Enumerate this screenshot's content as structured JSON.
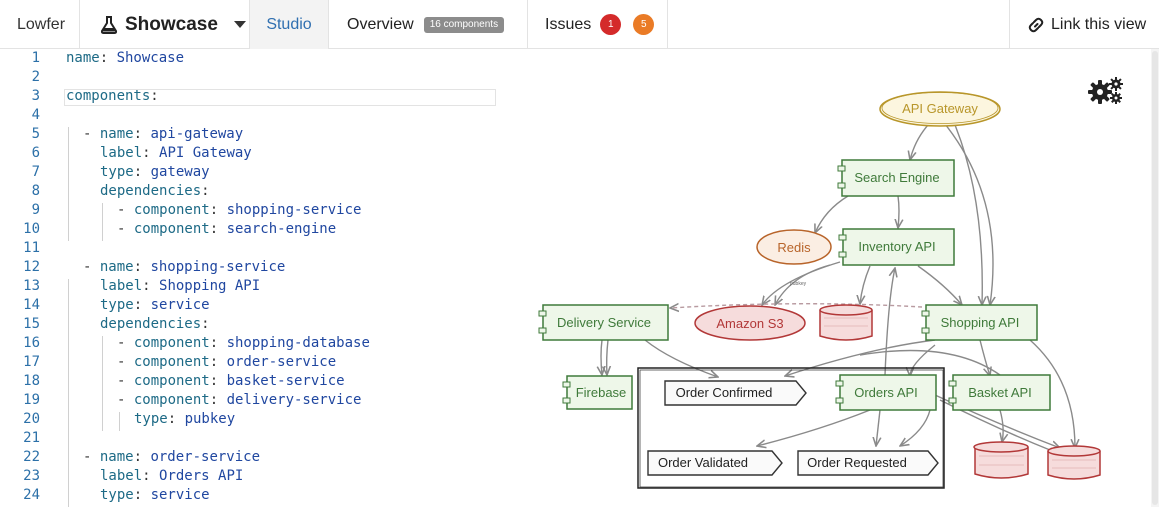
{
  "topbar": {
    "brand": "Lowfer",
    "project": "Showcase",
    "tabs": {
      "studio": "Studio",
      "overview": "Overview",
      "overview_badge": "16 components",
      "issues": "Issues",
      "issues_errors": "1",
      "issues_warnings": "5"
    },
    "link_view": "Link this view"
  },
  "editor": {
    "lines": [
      {
        "n": "1",
        "key": "name",
        "val": "Showcase"
      },
      {
        "n": "2"
      },
      {
        "n": "3",
        "key": "components",
        "val": ""
      },
      {
        "n": "4"
      },
      {
        "n": "5",
        "dash": "- ",
        "key": "name",
        "val": "api-gateway"
      },
      {
        "n": "6",
        "key": "label",
        "val": "API Gateway"
      },
      {
        "n": "7",
        "key": "type",
        "val": "gateway"
      },
      {
        "n": "8",
        "key": "dependencies",
        "val": ""
      },
      {
        "n": "9",
        "dash": "- ",
        "key": "component",
        "val": "shopping-service"
      },
      {
        "n": "10",
        "dash": "- ",
        "key": "component",
        "val": "search-engine"
      },
      {
        "n": "11"
      },
      {
        "n": "12",
        "dash": "- ",
        "key": "name",
        "val": "shopping-service"
      },
      {
        "n": "13",
        "key": "label",
        "val": "Shopping API"
      },
      {
        "n": "14",
        "key": "type",
        "val": "service"
      },
      {
        "n": "15",
        "key": "dependencies",
        "val": ""
      },
      {
        "n": "16",
        "dash": "- ",
        "key": "component",
        "val": "shopping-database"
      },
      {
        "n": "17",
        "dash": "- ",
        "key": "component",
        "val": "order-service"
      },
      {
        "n": "18",
        "dash": "- ",
        "key": "component",
        "val": "basket-service"
      },
      {
        "n": "19",
        "dash": "- ",
        "key": "component",
        "val": "delivery-service"
      },
      {
        "n": "20",
        "key": "type",
        "val": "pubkey"
      },
      {
        "n": "21"
      },
      {
        "n": "22",
        "dash": "- ",
        "key": "name",
        "val": "order-service"
      },
      {
        "n": "23",
        "key": "label",
        "val": "Orders API"
      },
      {
        "n": "24",
        "key": "type",
        "val": "service"
      }
    ]
  },
  "diagram": {
    "nodes": {
      "api_gateway": "API Gateway",
      "search_engine": "Search Engine",
      "redis": "Redis",
      "inventory_api": "Inventory API",
      "delivery_service": "Delivery Service",
      "amazon_s3": "Amazon S3",
      "shopping_api": "Shopping API",
      "firebase": "Firebase",
      "order_confirmed": "Order Confirmed",
      "orders_api": "Orders API",
      "basket_api": "Basket API",
      "order_validated": "Order Validated",
      "order_requested": "Order Requested"
    },
    "edge_label_pubkey": "pubkey",
    "colors": {
      "service": "#3f7a3a",
      "service_fill": "#eef7e9",
      "gateway": "#b8962a",
      "gateway_fill": "#fcf6df",
      "store": "#b23838",
      "store_fill": "#f6dcdc",
      "redis": "#b8642a",
      "redis_fill": "#fbeee3",
      "edge": "#8a8a8a"
    }
  },
  "icons": {
    "project": "flask-icon",
    "dropdown": "caret-down-icon",
    "link": "link-icon",
    "settings": "gears-icon"
  }
}
